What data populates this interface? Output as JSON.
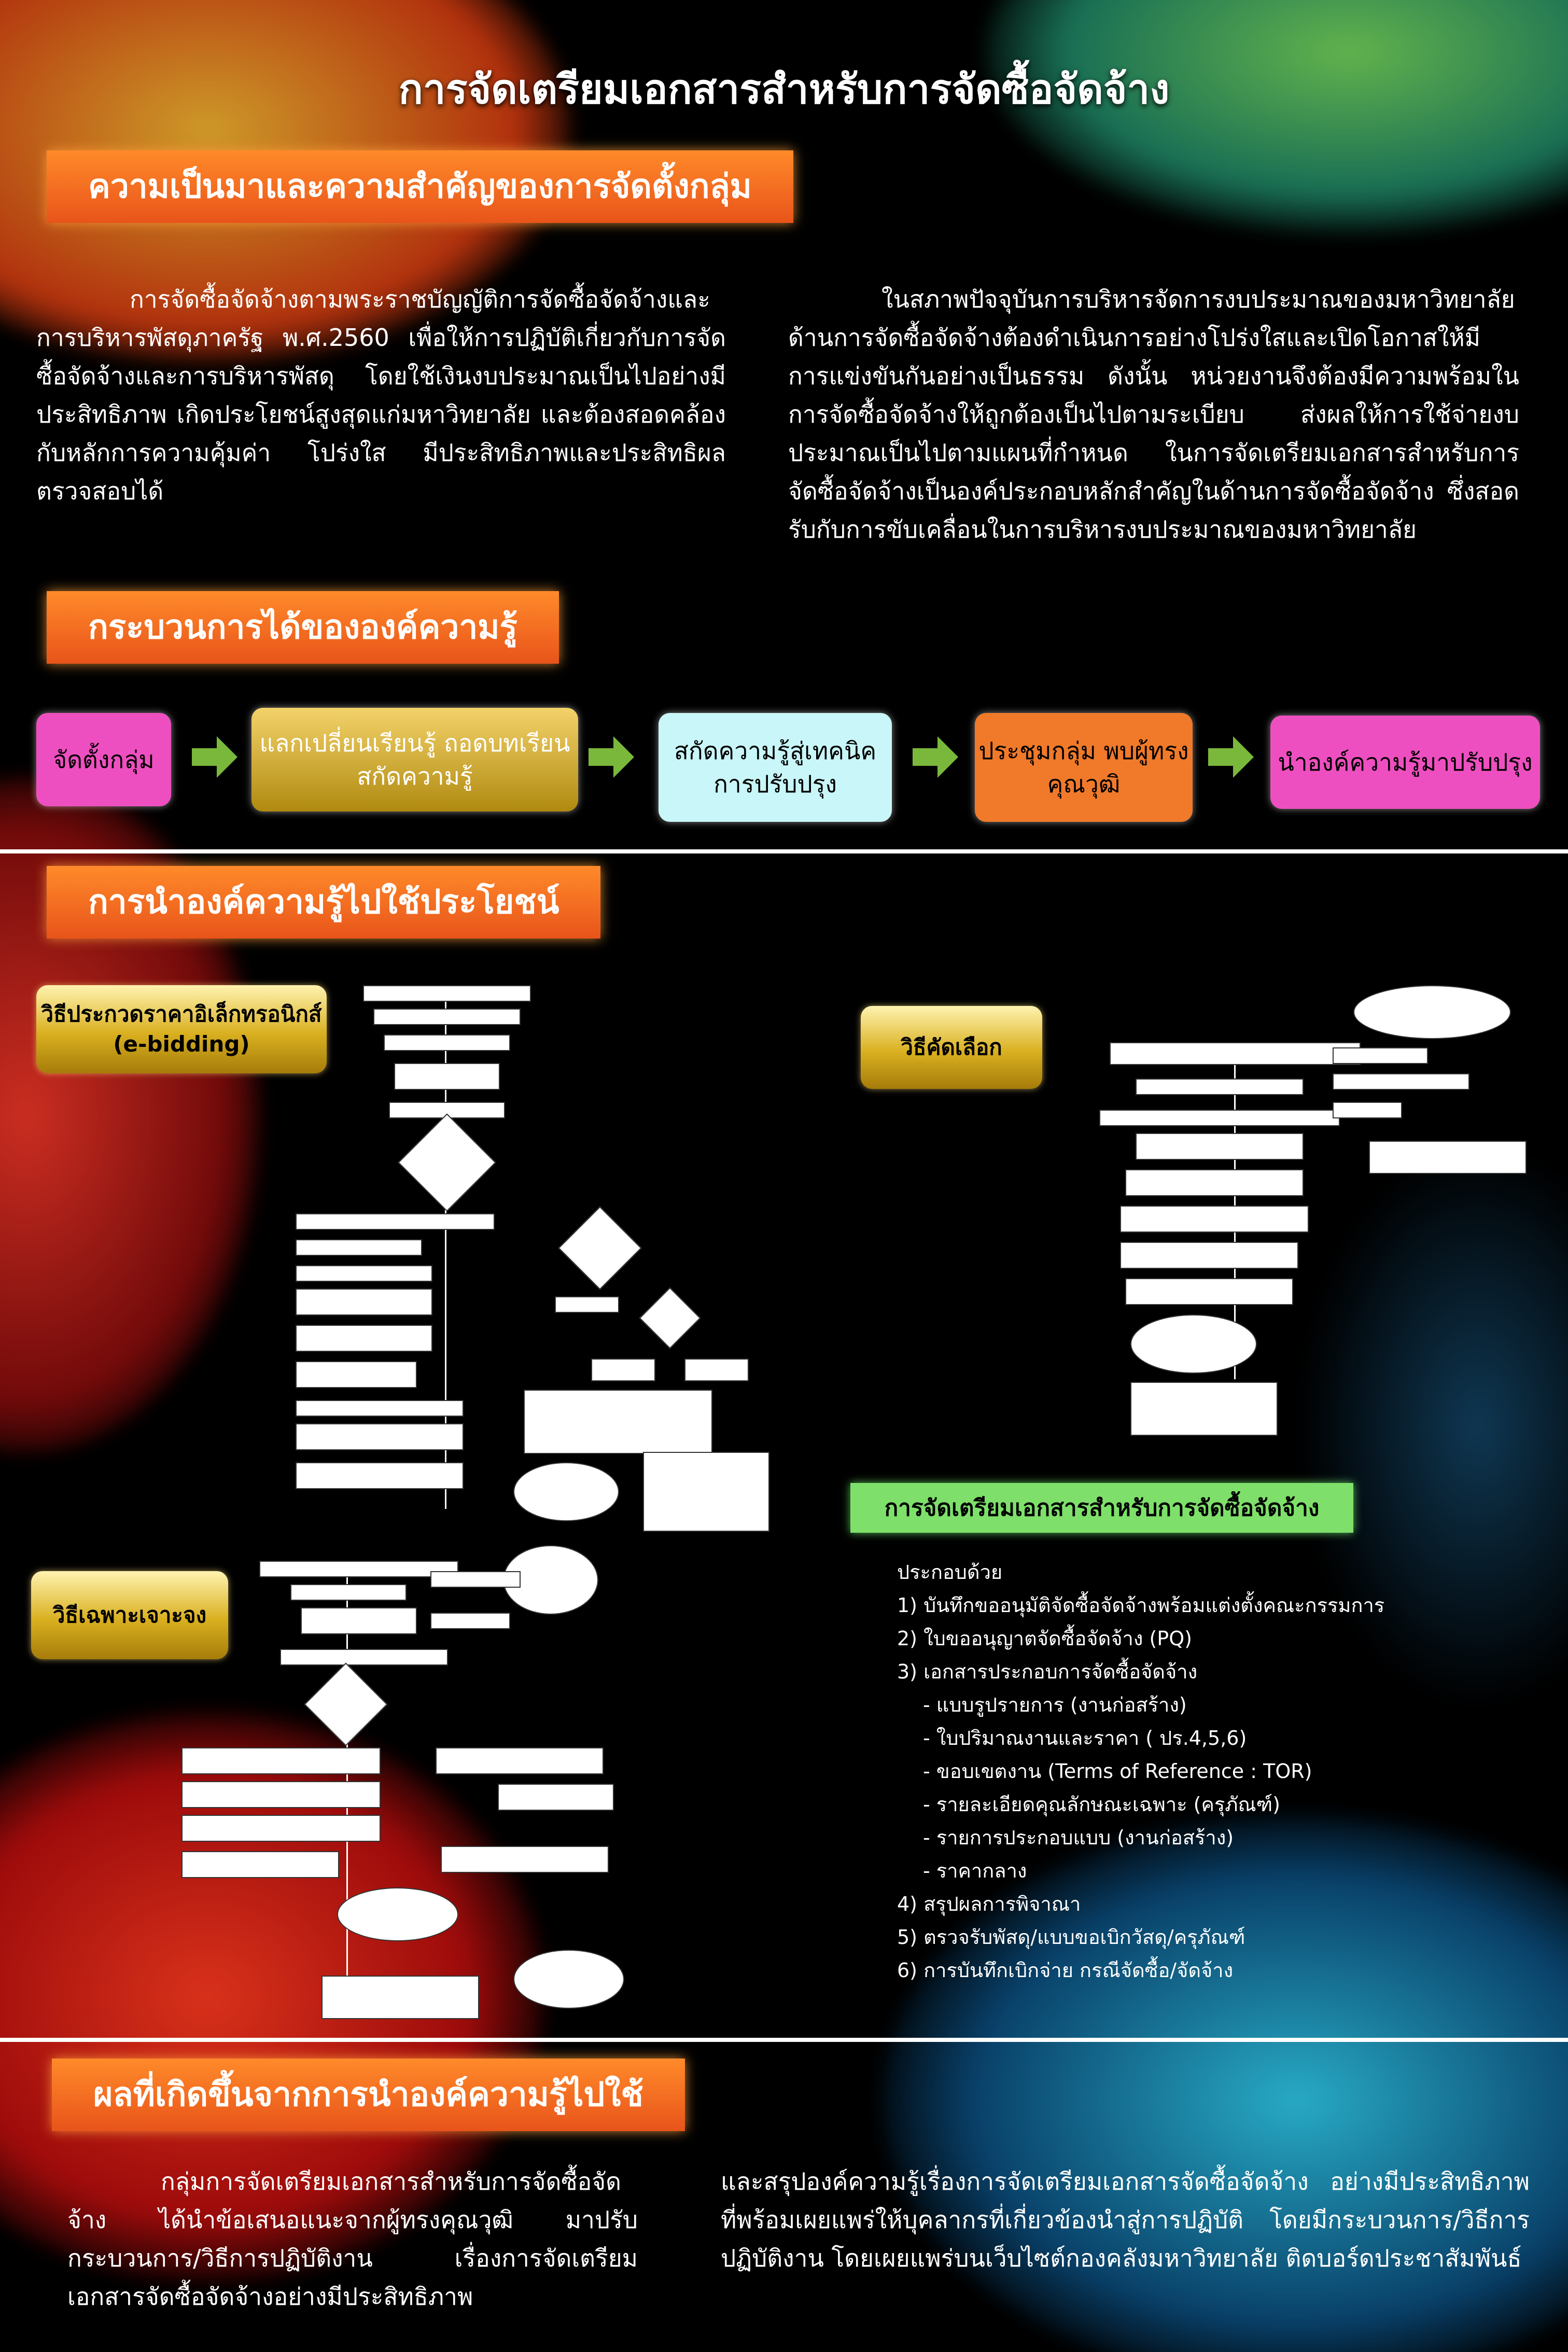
{
  "title": "การจัดเตรียมเอกสารสำหรับการจัดซื้อจัดจ้าง",
  "sections": {
    "background": "ความเป็นมาและความสำคัญของการจัดตั้งกลุ่ม",
    "process": "กระบวนการได้ขององค์ความรู้",
    "application": "การนำองค์ความรู้ไปใช้ประโยชน์",
    "results": "ผลที่เกิดขึ้นจากการนำองค์ความรู้ไปใช้"
  },
  "background": {
    "left": "การจัดซื้อจัดจ้างตามพระราชบัญญัติการจัดซื้อจัดจ้างและการบริหารพัสดุภาครัฐ พ.ศ.2560 เพื่อให้การปฏิบัติเกี่ยวกับการจัดซื้อจัดจ้างและการบริหารพัสดุ โดยใช้เงินงบประมาณเป็นไปอย่างมีประสิทธิภาพ เกิดประโยชน์สูงสุดแก่มหาวิทยาลัย และต้องสอดคล้องกับหลักการความคุ้มค่า โปร่งใส มีประสิทธิภาพและประสิทธิผล ตรวจสอบได้",
    "right": "ในสภาพปัจจุบันการบริหารจัดการงบประมาณของมหาวิทยาลัย ด้านการจัดซื้อจัดจ้างต้องดำเนินการอย่างโปร่งใสและเปิดโอกาสให้มีการแข่งขันกันอย่างเป็นธรรม ดังนั้น หน่วยงานจึงต้องมีความพร้อมในการจัดซื้อจัดจ้างให้ถูกต้องเป็นไปตามระเบียบ ส่งผลให้การใช้จ่ายงบประมาณเป็นไปตามแผนที่กำหนด ในการจัดเตรียมเอกสารสำหรับการจัดซื้อจัดจ้างเป็นองค์ประกอบหลักสำคัญในด้านการจัดซื้อจัดจ้าง ซึ่งสอดรับกับการขับเคลื่อนในการบริหารงบประมาณของมหาวิทยาลัย"
  },
  "process_steps": [
    {
      "label": "จัดตั้งกลุ่ม",
      "color": "#ee4fc0"
    },
    {
      "label": "แลกเปลี่ยนเรียนรู้ ถอดบทเรียน สกัดความรู้",
      "color": "#d4a830"
    },
    {
      "label": "สกัดความรู้สู่เทคนิค การปรับปรุง",
      "color": "#c9f6f8"
    },
    {
      "label": "ประชุมกลุ่ม พบผู้ทรงคุณวุฒิ",
      "color": "#f07a2a"
    },
    {
      "label": "นำองค์ความรู้มาปรับปรุง",
      "color": "#ee4fc0"
    }
  ],
  "methods": {
    "ebidding": "วิธีประกวดราคาอิเล็กทรอนิกส์ (e-bidding)",
    "selection": "วิธีคัดเลือก",
    "specific": "วิธีเฉพาะเจาะจง"
  },
  "prep": {
    "header": "การจัดเตรียมเอกสารสำหรับการจัดซื้อจัดจ้าง",
    "intro": "ประกอบด้วย",
    "items": [
      "1) บันทึกขออนุมัติจัดซื้อจัดจ้างพร้อมแต่งตั้งคณะกรรมการ",
      "2) ใบขออนุญาตจัดซื้อจัดจ้าง (PQ)",
      "3) เอกสารประกอบการจัดซื้อจัดจ้าง"
    ],
    "subitems": [
      "- แบบรูปรายการ (งานก่อสร้าง)",
      "- ใบปริมาณงานและราคา ( ปร.4,5,6)",
      "- ขอบเขตงาน (Terms of Reference : TOR)",
      "- รายละเอียดคุณลักษณะเฉพาะ (ครุภัณฑ์)",
      "- รายการประกอบแบบ (งานก่อสร้าง)",
      "- ราคากลาง"
    ],
    "items2": [
      "4) สรุปผลการพิจาณา",
      "5) ตรวจรับพัสดุ/แบบขอเบิกวัสดุ/ครุภัณฑ์",
      "6) การบันทึกเบิกจ่าย กรณีจัดซื้อ/จัดจ้าง"
    ]
  },
  "results": {
    "left": "กลุ่มการจัดเตรียมเอกสารสำหรับการจัดซื้อจัดจ้าง ได้นำข้อเสนอแนะจากผู้ทรงคุณวุฒิ มาปรับกระบวนการ/วิธีการปฏิบัติงาน เรื่องการจัดเตรียมเอกสารจัดซื้อจัดจ้างอย่างมีประสิทธิภาพ",
    "right": "และสรุปองค์ความรู้เรื่องการจัดเตรียมเอกสารจัดซื้อจัดจ้าง อย่างมีประสิทธิภาพที่พร้อมเผยแพร่ให้บุคลากรที่เกี่ยวข้องนำสู่การปฏิบัติ โดยมีกระบวนการ/วิธีการปฏิบัติงาน โดยเผยแพร่บนเว็บไซต์กองคลังมหาวิทยาลัย ติดบอร์ดประชาสัมพันธ์"
  },
  "colors": {
    "accent": "#e8541a",
    "green": "#7ee06a",
    "gold": "#d4a830"
  }
}
